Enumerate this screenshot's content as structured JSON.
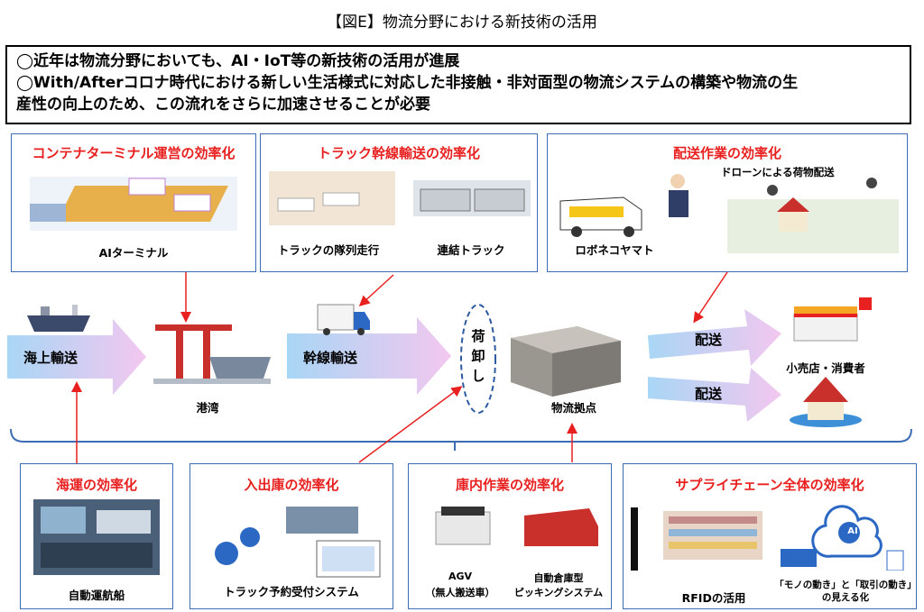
{
  "title": "【図E】物流分野における新技術の活用",
  "summary": {
    "line1": "◯近年は物流分野においても、AI・IoT等の新技術の活用が進展",
    "line2": "◯With/Afterコロナ時代における新しい生活様式に対応した非接触・非対面型の物流システムの構築や物流の生",
    "line3": "産性の向上のため、この流れをさらに加速させることが必要"
  },
  "top_panels": {
    "container": {
      "title": "コンテナターミナル運営の効率化",
      "caption": "AIターミナル"
    },
    "truck": {
      "title": "トラック幹線輸送の効率化",
      "caption1": "トラックの隊列走行",
      "caption2": "連結トラック"
    },
    "delivery": {
      "title": "配送作業の効率化",
      "caption1": "ロボネコヤマト",
      "caption2": "ドローンによる荷物配送"
    }
  },
  "flow": {
    "sea": "海上輸送",
    "port": "港湾",
    "trunk": "幹線輸送",
    "unload": "荷卸し",
    "hub": "物流拠点",
    "deliver1": "配送",
    "deliver2": "配送",
    "retail": "小売店・消費者"
  },
  "bottom_panels": {
    "ship": {
      "title": "海運の効率化",
      "caption": "自動運航船"
    },
    "warehouse_io": {
      "title": "入出庫の効率化",
      "caption": "トラック予約受付システム"
    },
    "inhouse": {
      "title": "庫内作業の効率化",
      "agv1": "AGV",
      "agv2": "（無人搬送車）",
      "auto1": "自動倉庫型",
      "auto2": "ピッキングシステム"
    },
    "supply": {
      "title": "サプライチェーン全体の効率化",
      "rfid": "RFIDの活用",
      "vis1": "「モノの動き」と「取引の動き」",
      "vis2": "の見える化",
      "ai": "AI"
    }
  },
  "colors": {
    "panel_border": "#3c6db4",
    "title_red": "#e8201f",
    "arrow_blue": "#a9d6f5",
    "arrow_pink": "#f3c7ef"
  }
}
